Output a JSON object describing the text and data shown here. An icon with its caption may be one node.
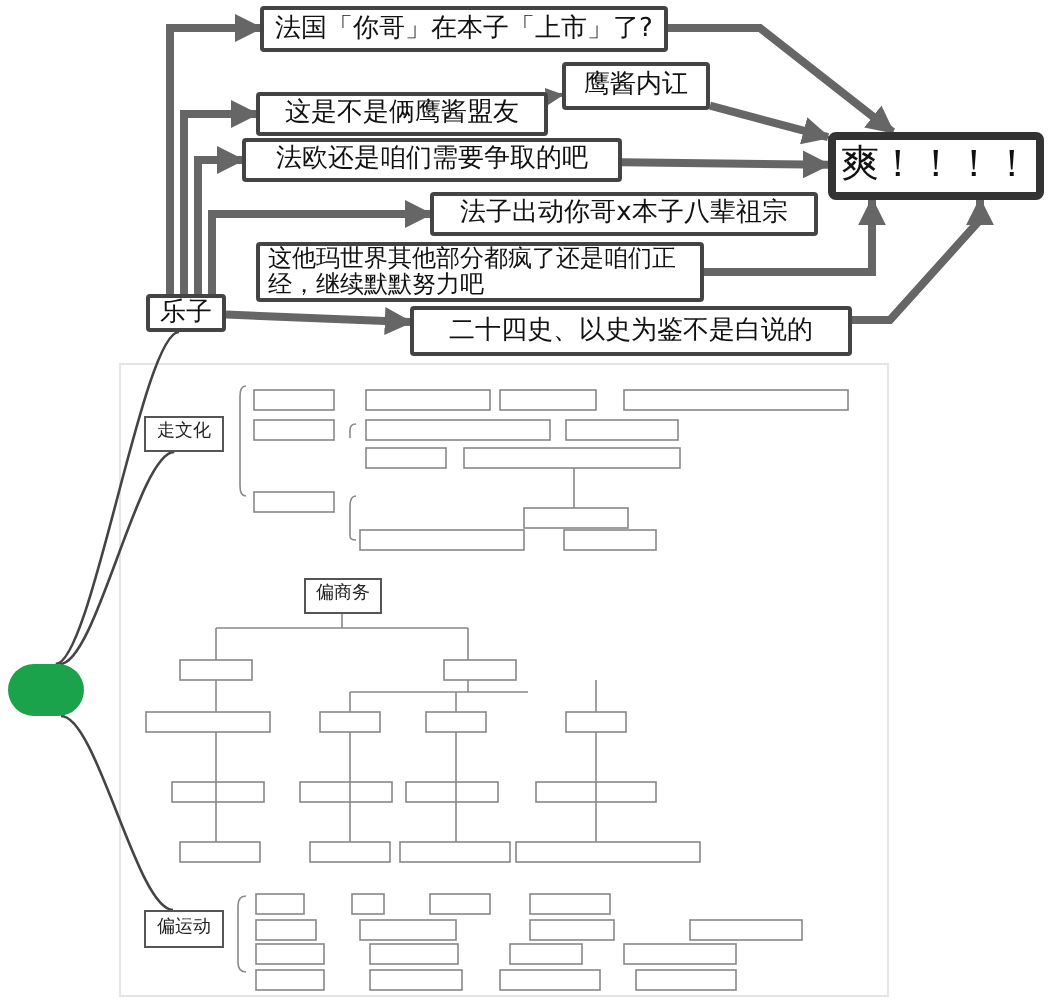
{
  "diagram": {
    "nodes": [
      {
        "text": [
          "法国「你哥」在本子「上市」了?"
        ]
      },
      {
        "text": [
          "鹰酱内讧"
        ]
      },
      {
        "text": [
          "这是不是俩鹰酱盟友"
        ]
      },
      {
        "text": [
          "法欧还是咱们需要争取的吧"
        ]
      },
      {
        "text": [
          "法子出动你哥x本子八辈祖宗"
        ]
      },
      {
        "text": [
          "这他玛世界其他部分都疯了还是咱们正经，继续默默努力吧"
        ]
      },
      {
        "text": [
          "二十四史、以史为鉴不是白说的"
        ]
      },
      {
        "text": [
          "爽！！！！"
        ]
      },
      {
        "text": [
          "乐子"
        ]
      },
      {
        "text": [],
        "shape": "box"
      },
      {
        "text": [
          "走文化"
        ]
      },
      {
        "text": [
          "偏商务"
        ]
      },
      {
        "text": [
          "偏运动"
        ]
      }
    ],
    "edges": [
      {
        "from": 8,
        "to": 0,
        "arrow": "to"
      },
      {
        "from": 8,
        "to": 2,
        "arrow": "to"
      },
      {
        "from": 8,
        "to": 3,
        "arrow": "to"
      },
      {
        "from": 8,
        "to": 4,
        "arrow": "to"
      },
      {
        "from": 8,
        "to": 6,
        "arrow": "to"
      },
      {
        "from": 2,
        "to": 1,
        "arrow": "to"
      },
      {
        "from": 0,
        "to": 7,
        "arrow": "to"
      },
      {
        "from": 1,
        "to": 7,
        "arrow": "to"
      },
      {
        "from": 3,
        "to": 7,
        "arrow": "to"
      },
      {
        "from": 5,
        "to": 7,
        "arrow": "to"
      },
      {
        "from": 6,
        "to": 7,
        "arrow": "to"
      },
      {
        "from": 9,
        "to": 8,
        "arrow": "none"
      },
      {
        "from": 9,
        "to": 10,
        "arrow": "none"
      },
      {
        "from": 9,
        "to": 12,
        "arrow": "none"
      }
    ]
  }
}
